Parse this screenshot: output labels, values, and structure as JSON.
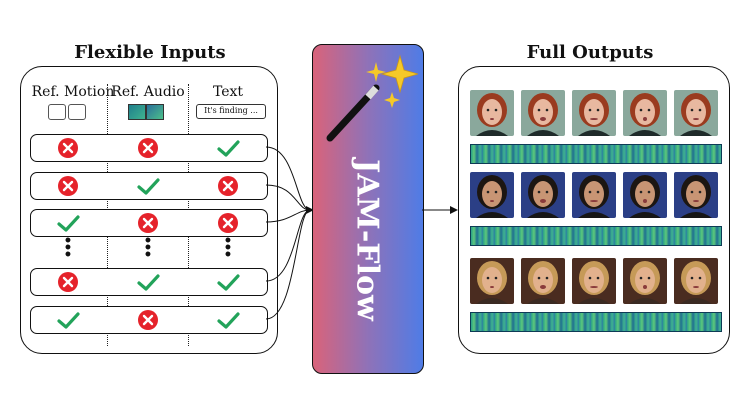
{
  "left_panel": {
    "title": "Flexible Inputs",
    "columns": [
      "Ref. Motion",
      "Ref. Audio",
      "Text"
    ],
    "text_chip": "It's finding ...",
    "rows": [
      [
        "cross",
        "cross",
        "check"
      ],
      [
        "cross",
        "check",
        "cross"
      ],
      [
        "check",
        "cross",
        "cross"
      ],
      [
        "dots",
        "dots",
        "dots"
      ],
      [
        "cross",
        "check",
        "check"
      ],
      [
        "check",
        "cross",
        "check"
      ]
    ]
  },
  "model": {
    "label": "JAM-Flow",
    "icon": "magic-wand-icon"
  },
  "right_panel": {
    "title": "Full Outputs",
    "subjects": [
      "woman-red-hair",
      "man-dark-hair",
      "woman-blonde-hair"
    ]
  },
  "colors": {
    "check": "#22a35a",
    "cross": "#e5232b",
    "gradient_start": "#d9637a",
    "gradient_end": "#4f7ce6",
    "spectrogram": "#2ab58a"
  }
}
